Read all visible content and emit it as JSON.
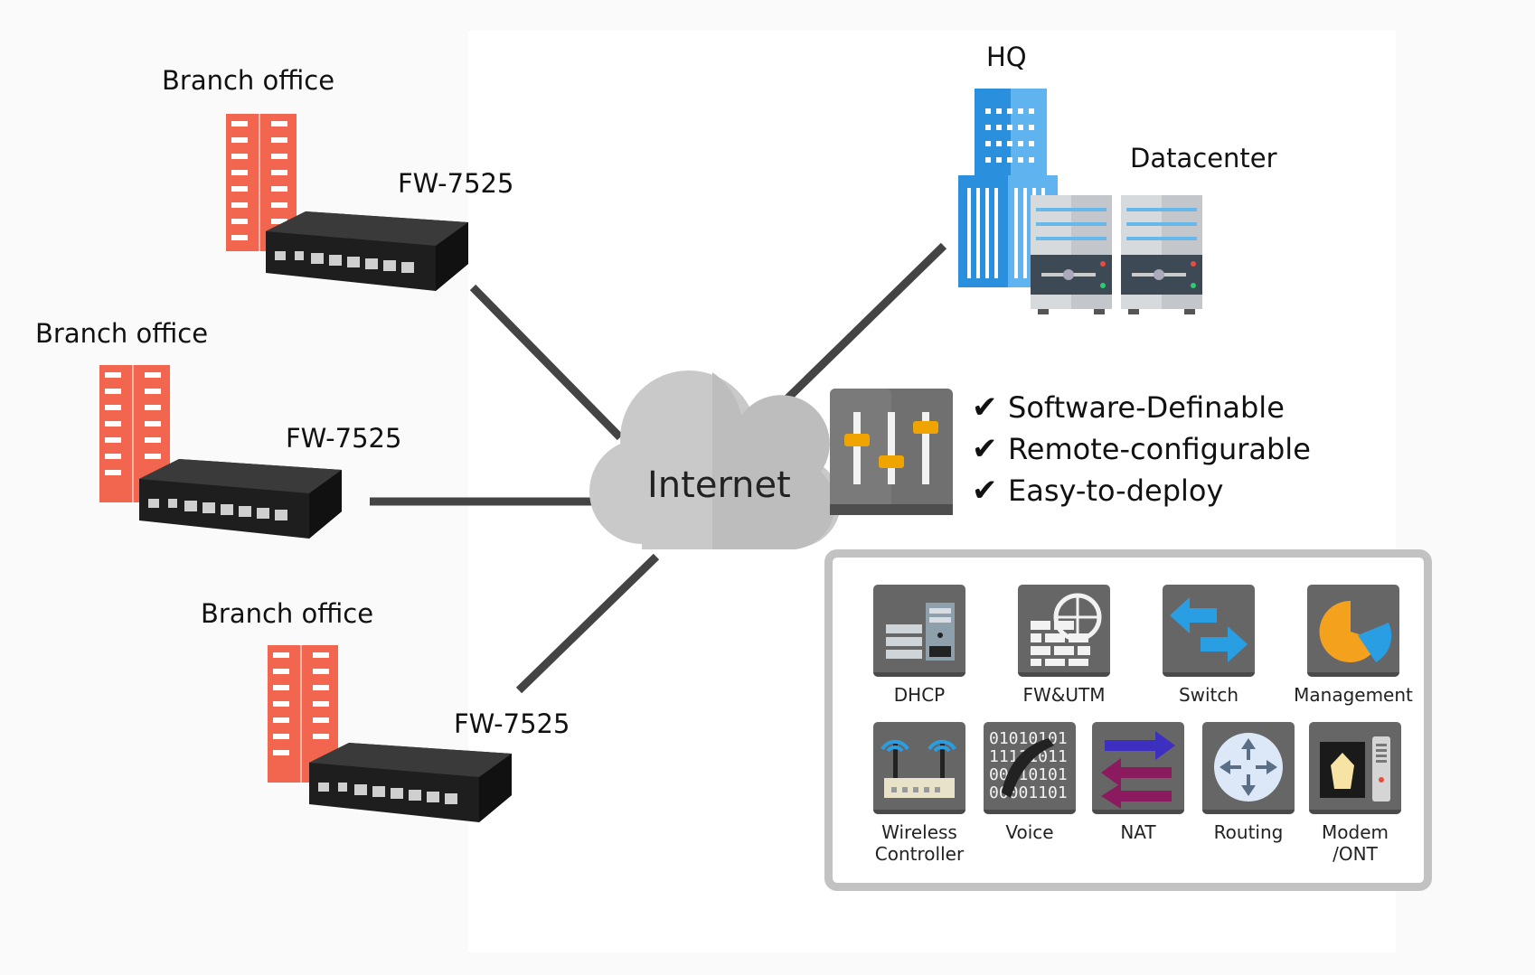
{
  "sites": [
    {
      "office_label": "Branch office",
      "device_label": "FW-7525"
    },
    {
      "office_label": "Branch office",
      "device_label": "FW-7525"
    },
    {
      "office_label": "Branch office",
      "device_label": "FW-7525"
    }
  ],
  "hq_label": "HQ",
  "datacenter_label": "Datacenter",
  "internet_label": "Internet",
  "benefits": [
    "Software-Definable",
    "Remote-configurable",
    "Easy-to-deploy"
  ],
  "features_row1": [
    "DHCP",
    "FW&UTM",
    "Switch",
    "Management"
  ],
  "features_row2": [
    {
      "line1": "Wireless",
      "line2": "Controller"
    },
    {
      "line1": "Voice",
      "line2": ""
    },
    {
      "line1": "NAT",
      "line2": ""
    },
    {
      "line1": "Routing",
      "line2": ""
    },
    {
      "line1": "Modem",
      "line2": "/ONT"
    }
  ],
  "voice_tile_text": [
    "01010101",
    "11111011",
    "00010101",
    "00001101"
  ],
  "colors": {
    "branch_building": "#f26650",
    "hq_building": "#2a8fdd",
    "tile_bg": "#666666",
    "cloud": "#c9c9c9",
    "box_border": "#c2c2c2",
    "link_line": "#444444",
    "slider_knob": "#f0a400"
  }
}
